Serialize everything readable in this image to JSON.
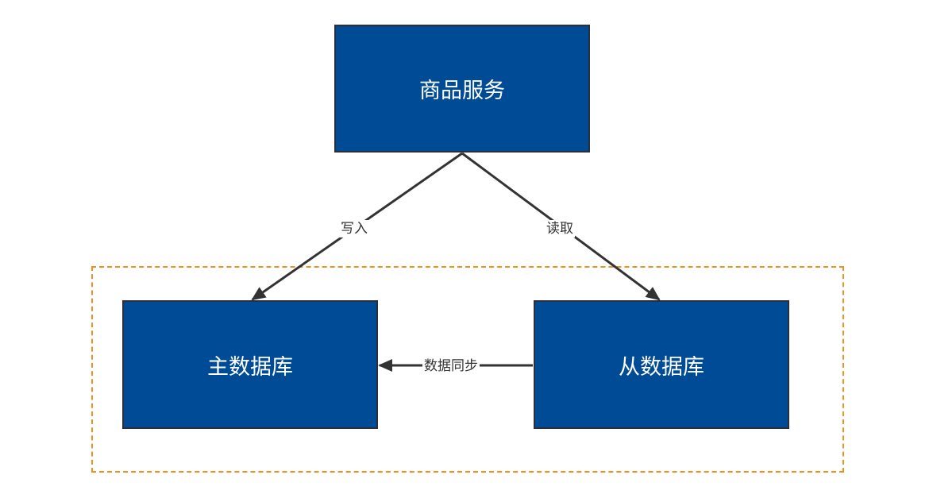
{
  "diagram": {
    "nodes": {
      "product_service": "商品服务",
      "master_db": "主数据库",
      "slave_db": "从数据库"
    },
    "edges": {
      "write": "写入",
      "read": "读取",
      "sync": "数据同步"
    },
    "colors": {
      "node_fill": "#004b96",
      "node_border": "#2a2f3a",
      "node_text": "#ffffff",
      "edge": "#333333",
      "group_border": "#f0901f"
    }
  }
}
